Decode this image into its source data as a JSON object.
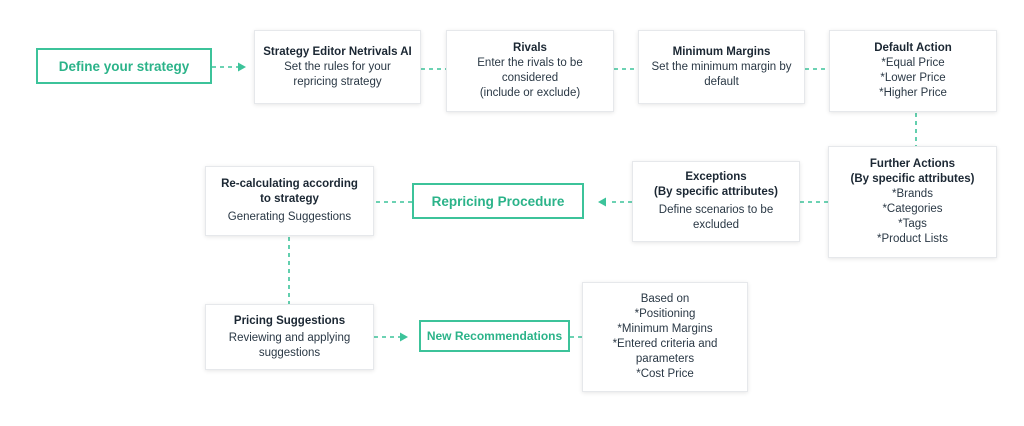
{
  "colors": {
    "accent": "#3cc39a",
    "connector": "#3cc39a",
    "box_border": "#e6e8eb"
  },
  "define_strategy": "Define your strategy",
  "strategy_editor": {
    "title": "Strategy Editor Netrivals AI",
    "line1": "Set the rules for your",
    "line2": "repricing strategy"
  },
  "rivals": {
    "title": "Rivals",
    "line1": "Enter the rivals to be",
    "line2": "considered",
    "line3": "(include or exclude)"
  },
  "minimum_margins": {
    "title": "Minimum Margins",
    "line1": "Set the minimum margin by",
    "line2": "default"
  },
  "default_action": {
    "title": "Default Action",
    "items": [
      "*Equal Price",
      "*Lower Price",
      "*Higher Price"
    ]
  },
  "further_actions": {
    "title1": "Further Actions",
    "title2": "(By specific attributes)",
    "items": [
      "*Brands",
      "*Categories",
      "*Tags",
      "*Product Lists"
    ]
  },
  "exceptions": {
    "title1": "Exceptions",
    "title2": "(By specific attributes)",
    "line1": "Define scenarios to be",
    "line2": "excluded"
  },
  "repricing_procedure": "Repricing Procedure",
  "recalculating": {
    "title1": "Re-calculating according",
    "title2": "to strategy",
    "line1": "Generating Suggestions"
  },
  "pricing_suggestions": {
    "title": "Pricing Suggestions",
    "line1": "Reviewing and applying",
    "line2": "suggestions"
  },
  "new_recommendations": "New Recommendations",
  "based_on": {
    "title": "Based on",
    "items": [
      "*Positioning",
      "*Minimum Margins",
      "*Entered criteria and",
      "parameters",
      "*Cost Price"
    ]
  }
}
